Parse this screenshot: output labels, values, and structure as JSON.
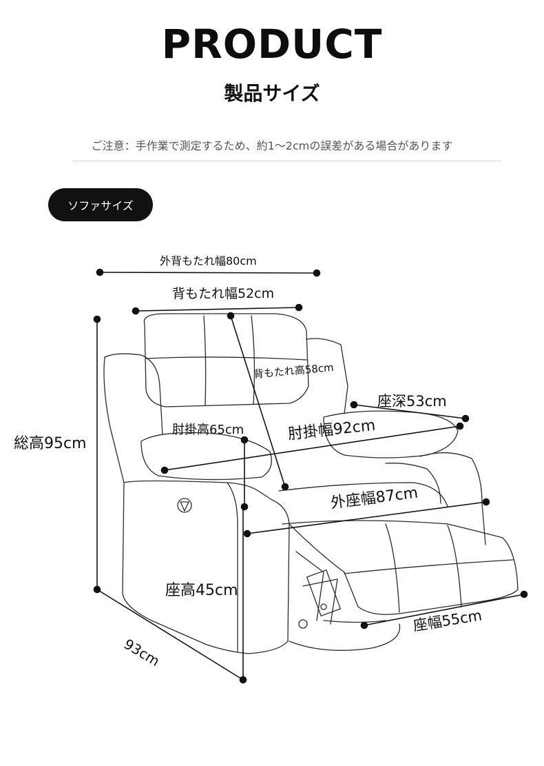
{
  "header": {
    "title": "PRODUCT",
    "subtitle": "製品サイズ",
    "notice": "ご注意：手作業で測定するため、約1〜2cmの誤差がある場合があります"
  },
  "section": {
    "badge": "ソファサイズ"
  },
  "dimensions": {
    "outer_back_width": "外背もたれ幅80cm",
    "back_width": "背もたれ幅52cm",
    "back_height": "背もたれ高58cm",
    "seat_depth": "座深53cm",
    "total_height": "総高95cm",
    "arm_height": "肘掛高65cm",
    "arm_width": "肘掛幅92cm",
    "outer_seat_width": "外座幅87cm",
    "seat_height": "座高45cm",
    "depth": "93cm",
    "seat_width": "座幅55cm"
  },
  "colors": {
    "line": "#111111",
    "sketch": "#2a2a2a",
    "badge_bg": "#111111",
    "notice_text": "#555555"
  }
}
